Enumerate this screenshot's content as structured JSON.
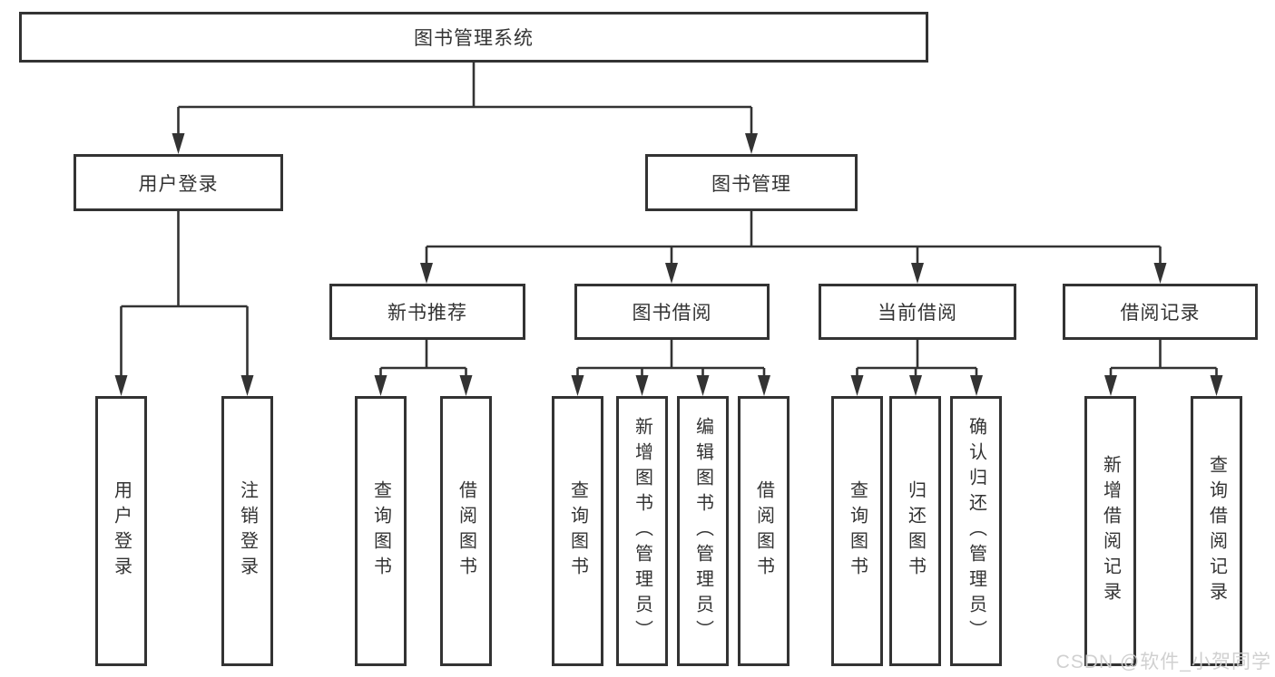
{
  "nodes": {
    "root": "图书管理系统",
    "user_login": "用户登录",
    "book_management": "图书管理",
    "new_book_recommend": "新书推荐",
    "book_borrow": "图书借阅",
    "current_borrow": "当前借阅",
    "borrow_record": "借阅记录",
    "leaf_user_login": "用户登录",
    "leaf_logout": "注销登录",
    "leaf_nb_query_book": "查询图书",
    "leaf_nb_borrow_book": "借阅图书",
    "leaf_bb_query_book": "查询图书",
    "leaf_bb_add_book": "新增图书（管理员）",
    "leaf_bb_edit_book": "编辑图书（管理员）",
    "leaf_bb_borrow_book": "借阅图书",
    "leaf_cb_query_book": "查询图书",
    "leaf_cb_return_book": "归还图书",
    "leaf_cb_confirm_return": "确认归还（管理员）",
    "leaf_br_add_record": "新增借阅记录",
    "leaf_br_query_record": "查询借阅记录"
  },
  "watermark": "CSDN @软件_小贺同学",
  "colors": {
    "line": "#333333",
    "box_border": "#333333",
    "text": "#333333",
    "watermark": "#cdcdcd",
    "background": "#ffffff"
  }
}
